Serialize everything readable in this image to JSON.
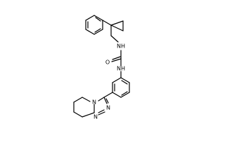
{
  "molecule": {
    "atoms": {
      "nh_top": "NH",
      "o": "O",
      "nh_bottom": "NH",
      "n_ring_fused": "N",
      "n_ring_1": "N",
      "n_ring_2": "N"
    }
  }
}
